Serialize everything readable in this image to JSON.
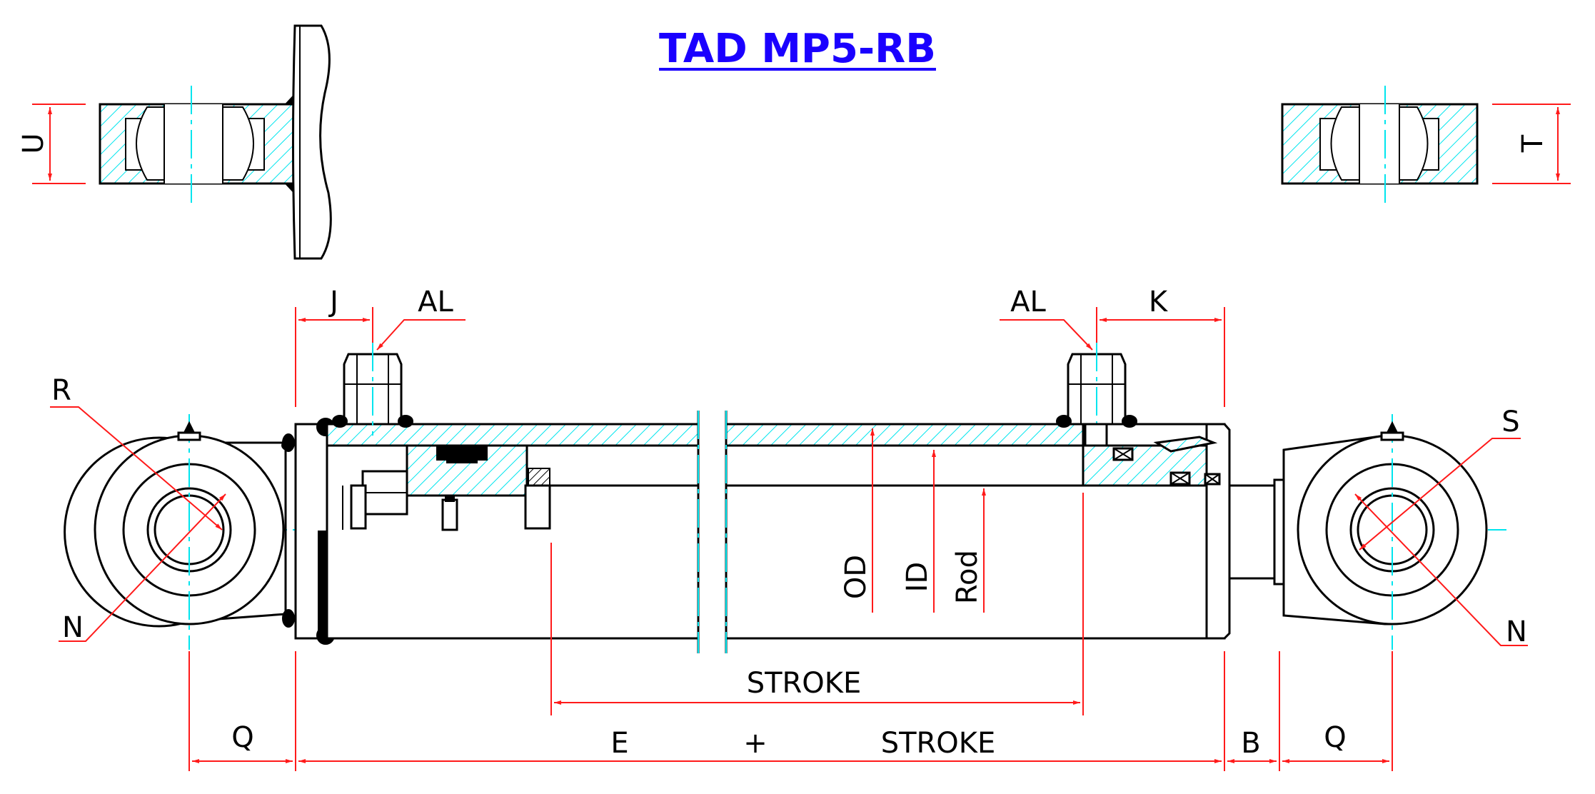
{
  "title": "TAD MP5-RB",
  "labels": {
    "U": "U",
    "T": "T",
    "J": "J",
    "AL_left": "AL",
    "AL_right": "AL",
    "K": "K",
    "R": "R",
    "S": "S",
    "N_left": "N",
    "N_right": "N",
    "OD": "OD",
    "ID": "ID",
    "Rod": "Rod",
    "STROKE_mid": "STROKE",
    "Q_left": "Q",
    "E": "E",
    "plus": "+",
    "STROKE_bottom": "STROKE",
    "B": "B",
    "Q_right": "Q"
  },
  "colors": {
    "title": "#1a00ff",
    "dimension_lines": "#ff1a1a",
    "center_lines": "#00e5ee",
    "hatching": "#00e5ee",
    "outline": "#000000"
  }
}
